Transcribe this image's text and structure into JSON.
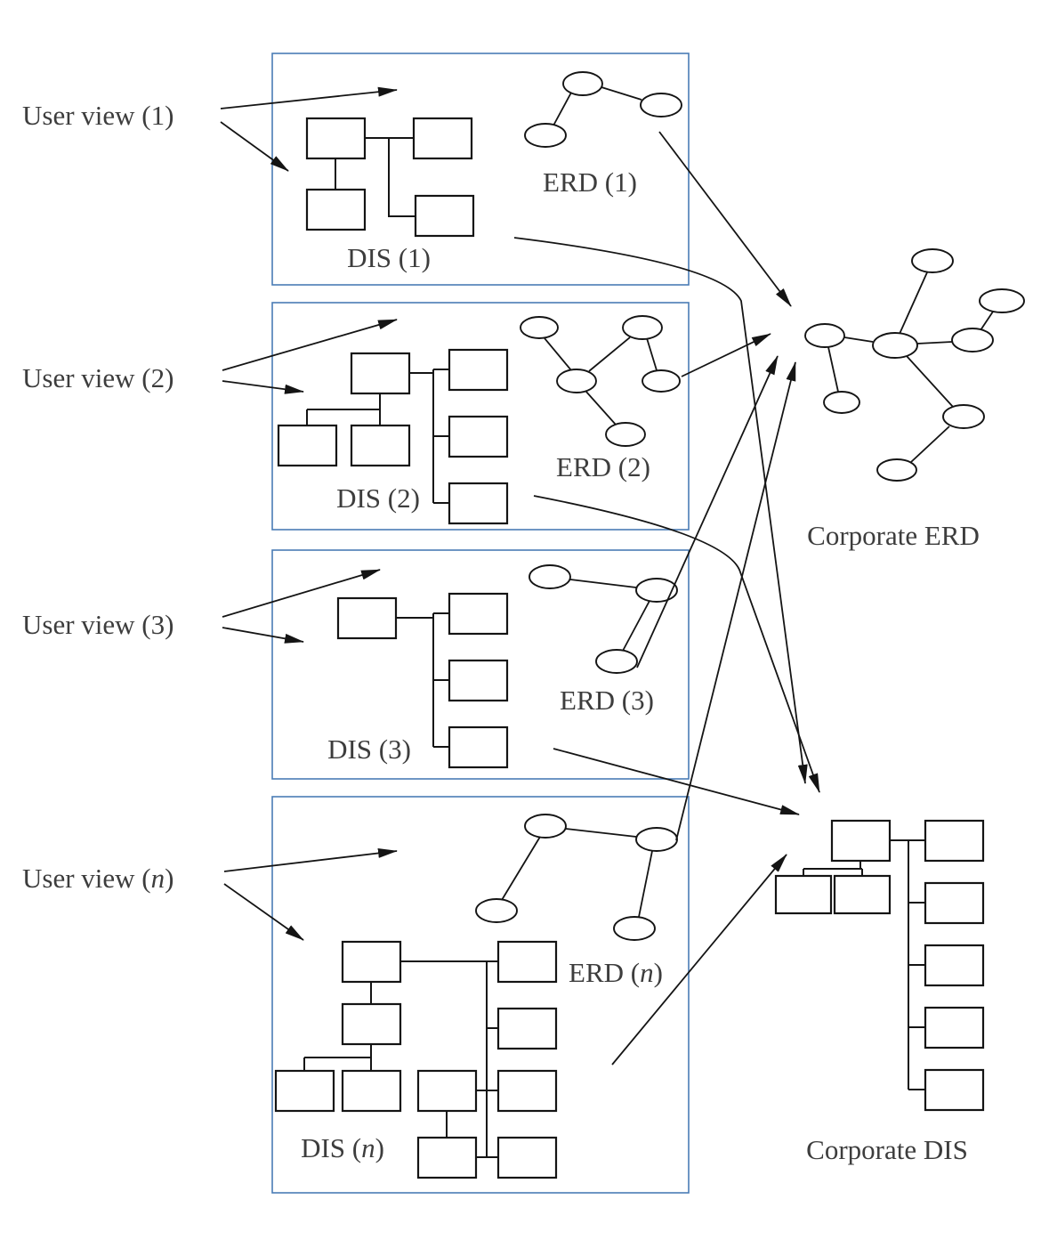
{
  "colors": {
    "box_border": "#4a7cb5",
    "line": "#141414",
    "text": "#3d3d3d"
  },
  "views": {
    "v1": {
      "user_view": "User view (1)",
      "dis": "DIS (1)",
      "erd": "ERD (1)"
    },
    "v2": {
      "user_view": "User view (2)",
      "dis": "DIS (2)",
      "erd": "ERD (2)"
    },
    "v3": {
      "user_view": "User view (3)",
      "dis": "DIS (3)",
      "erd": "ERD (3)"
    },
    "vn": {
      "user_view_pre": "User view (",
      "dis_pre": "DIS (",
      "erd_pre": "ERD (",
      "var": "n",
      "close": ")"
    }
  },
  "corporate": {
    "erd_label": "Corporate ERD",
    "dis_label": "Corporate DIS"
  }
}
